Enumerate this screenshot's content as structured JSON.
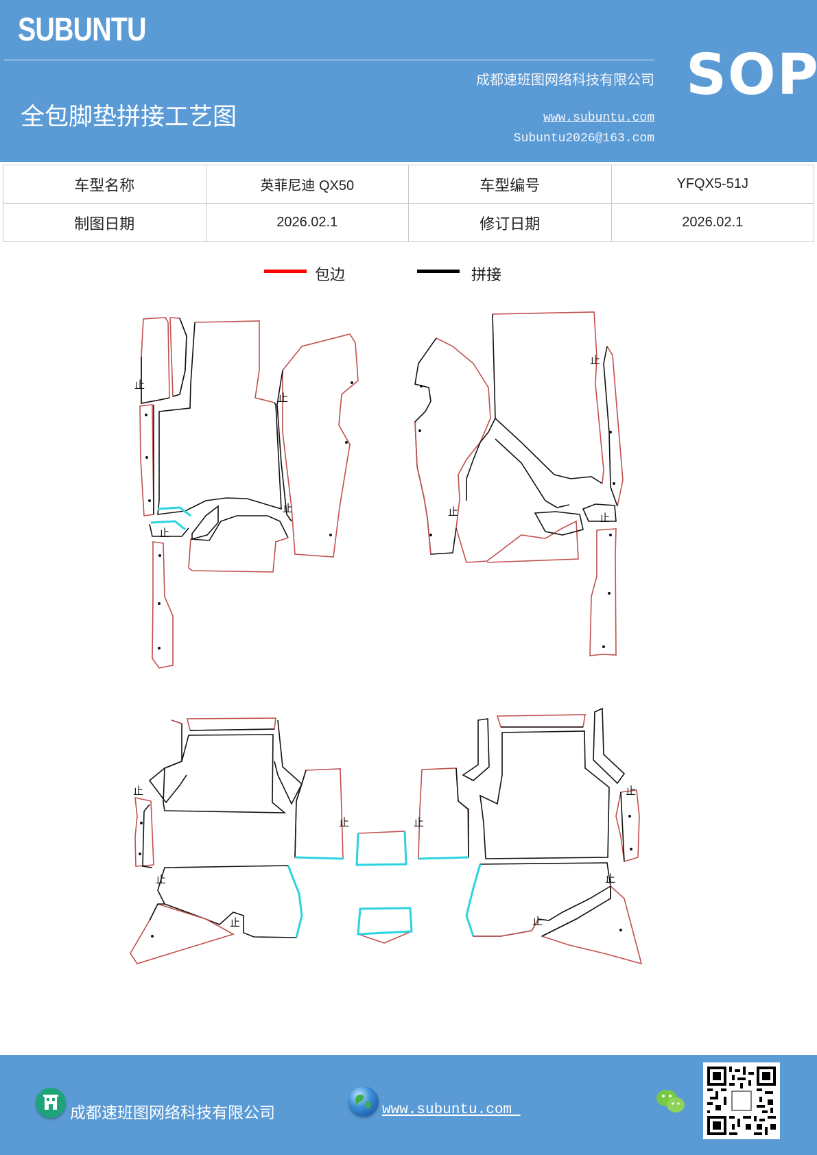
{
  "header": {
    "logo": "SUBUNTU",
    "company": "成都速班图网络科技有限公司",
    "title": "全包脚垫拼接工艺图",
    "website": "www.subuntu.com",
    "email": "Subuntu2026@163.com",
    "badge": "SOP"
  },
  "info": {
    "model_name_label": "车型名称",
    "model_name": "英菲尼迪 QX50",
    "model_code_label": "车型编号",
    "model_code": "YFQX5-51J",
    "draw_date_label": "制图日期",
    "draw_date": "2026.02.1",
    "revise_date_label": "修订日期",
    "revise_date": "2026.02.1"
  },
  "legend": {
    "items": [
      {
        "label": "包边",
        "color": "#ff0000"
      },
      {
        "label": "拼接",
        "color": "#000000"
      }
    ]
  },
  "diagram": {
    "stop_mark": "止"
  },
  "footer": {
    "company": "成都速班图网络科技有限公司",
    "website": "www.subuntu.com "
  },
  "colors": {
    "header_bg": "#5b9bd5",
    "edge_binding": "#c0504d",
    "seam": "#111111",
    "highlight": "#2bd3e0"
  },
  "icons": [
    "building-icon",
    "globe-icon",
    "wechat-icon",
    "qr-code"
  ]
}
